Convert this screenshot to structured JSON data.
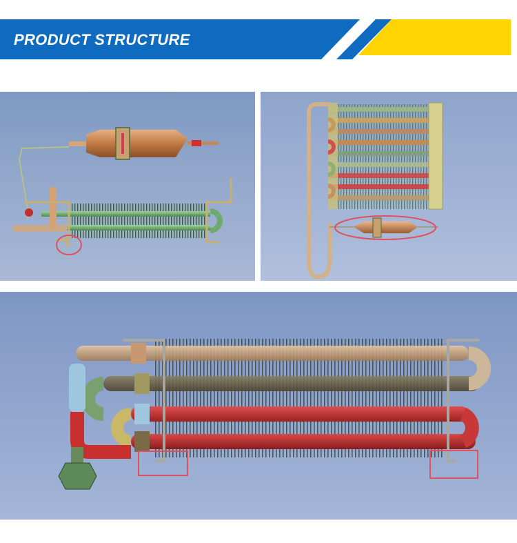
{
  "header": {
    "title": "PRODUCT STRUCTURE",
    "colors": {
      "blue": "#0E6BC0",
      "yellow": "#FFD400",
      "white": "#FFFFFF"
    }
  },
  "panels": [
    {
      "name": "top-left-render",
      "highlight_color": "#E05060",
      "background": "#8FA6C8"
    },
    {
      "name": "top-right-render",
      "highlight_color": "#E05060",
      "background": "#9DB0D2"
    },
    {
      "name": "bottom-render",
      "highlight_color": "#E05060",
      "background": "#8FA4CC"
    }
  ]
}
